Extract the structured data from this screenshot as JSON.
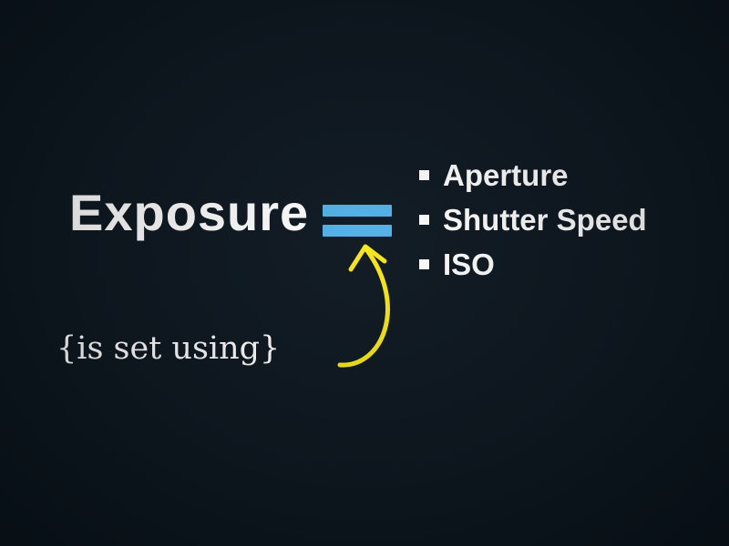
{
  "colors": {
    "background": "#0a141d",
    "equals_blue": "#4fb0e8",
    "arrow_yellow": "#f7e617",
    "text": "#ffffff"
  },
  "equation": {
    "left_term": "Exposure",
    "factors": [
      {
        "label": "Aperture"
      },
      {
        "label": "Shutter Speed"
      },
      {
        "label": "ISO"
      }
    ]
  },
  "caption": {
    "label": "{is set using}"
  }
}
